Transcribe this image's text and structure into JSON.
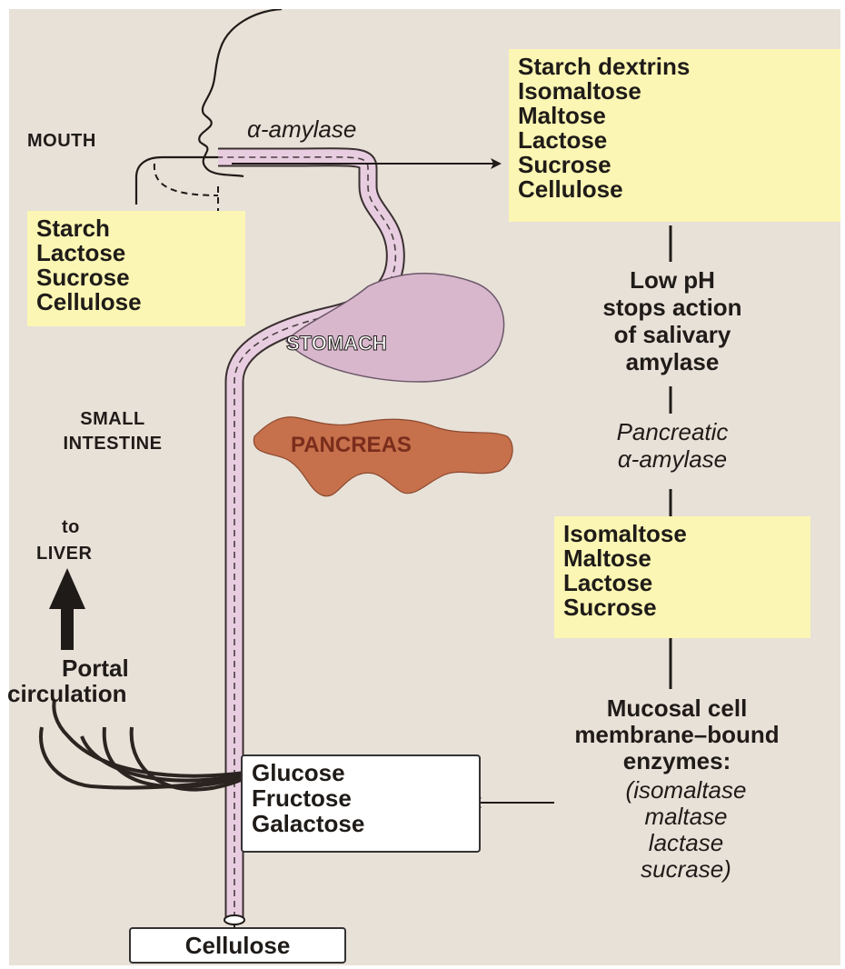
{
  "labels": {
    "mouth": "MOUTH",
    "small_intestine_1": "SMALL",
    "small_intestine_2": "INTESTINE",
    "stomach": "STOMACH",
    "pancreas": "PANCREAS",
    "to": "to",
    "liver": "LIVER",
    "portal_1": "Portal",
    "portal_2": "circulation",
    "alpha_amylase": "α-amylase"
  },
  "ingested_box": [
    "Starch",
    "Lactose",
    "Sucrose",
    "Cellulose"
  ],
  "mouth_products_box": [
    "Starch dextrins",
    "Isomaltose",
    "Maltose",
    "Lactose",
    "Sucrose",
    "Cellulose"
  ],
  "low_ph_text": [
    "Low pH",
    "stops action",
    "of salivary",
    "amylase"
  ],
  "pancreatic_text": [
    "Pancreatic",
    "α-amylase"
  ],
  "pancreatic_products_box": [
    "Isomaltose",
    "Maltose",
    "Lactose",
    "Sucrose"
  ],
  "mucosal_text": [
    "Mucosal cell",
    "membrane–bound",
    "enzymes:"
  ],
  "enzymes_list": [
    "(isomaltase",
    "maltase",
    "lactase",
    "sucrase)"
  ],
  "monosaccharides_box": [
    "Glucose",
    "Fructose",
    "Galactose"
  ],
  "cellulose_box": "Cellulose",
  "colors": {
    "background": "#e8e1d8",
    "yellow_box": "#fbf6b3",
    "tube": "#e8cde0",
    "stomach": "#d8b7cd",
    "pancreas": "#c6704c"
  }
}
